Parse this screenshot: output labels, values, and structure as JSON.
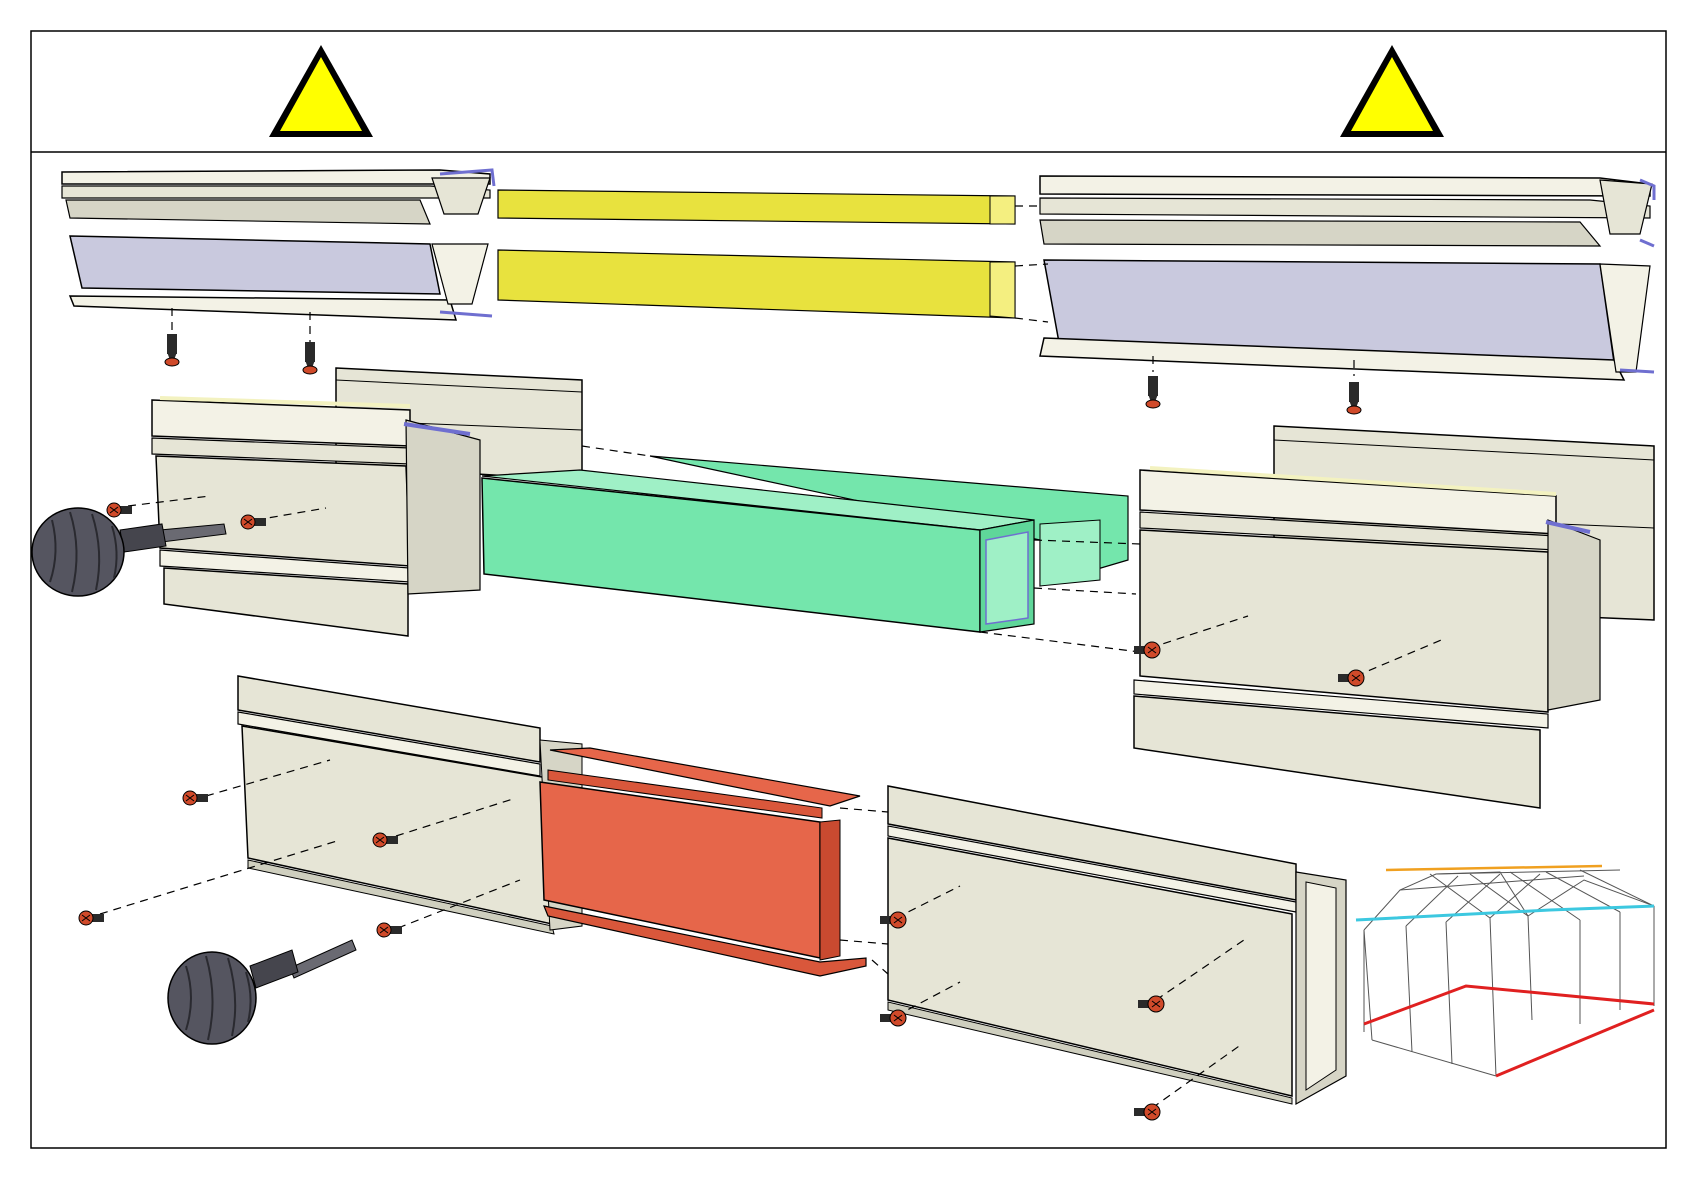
{
  "document": {
    "page_count_text": "",
    "warning_symbols": [
      "warning-triangle-icon",
      "warning-triangle-icon"
    ]
  },
  "colors": {
    "frame": "#000000",
    "warning_fill": "#ffff00",
    "profile_face": "#e6e5d6",
    "profile_light": "#f3f2e6",
    "profile_shadow": "#cfcfbf",
    "glazing_blue": "#c9c9de",
    "seal_blue": "#6f6fd0",
    "connector_yellow": "#e8e23e",
    "connector_green": "#74e6ac",
    "connector_red": "#e6664a",
    "screw_red": "#d04a2a",
    "screwdriver_grey": "#555560",
    "overview_orange": "#f0a020",
    "overview_cyan": "#3cc8e0",
    "overview_red": "#e02020"
  },
  "steps": [
    {
      "name": "roof-ridge-joint",
      "connector": "yellow-tube",
      "screws": 4
    },
    {
      "name": "eave-beam-joint",
      "connector": "green-box-tube",
      "screws": 4
    },
    {
      "name": "base-rail-joint",
      "connector": "red-channel",
      "screws": 8
    }
  ]
}
